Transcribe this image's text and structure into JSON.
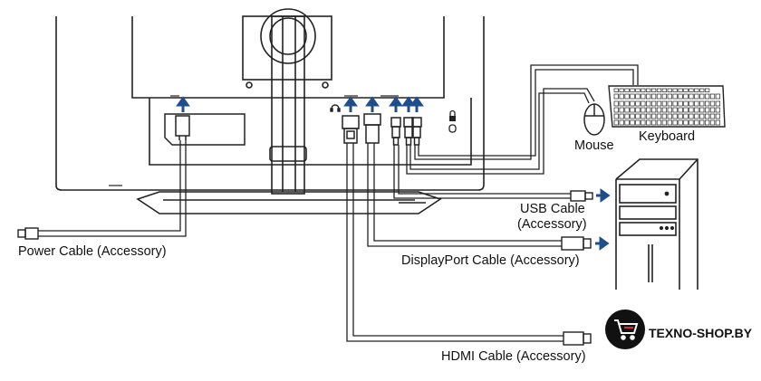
{
  "labels": {
    "mouse": "Mouse",
    "keyboard": "Keyboard",
    "usb_line1": "USB Cable",
    "usb_line2": "(Accessory)",
    "power": "Power Cable (Accessory)",
    "displayport": "DisplayPort Cable (Accessory)",
    "hdmi": "HDMI Cable (Accessory)"
  },
  "watermark": {
    "text": "TEXNO-SHOP.BY"
  },
  "colors": {
    "arrow": "#1f4e8c",
    "line": "#222222",
    "logo_bg": "#111111",
    "logo_fg": "#ffffff",
    "logo_accent": "#e0293a"
  },
  "icons": [
    "up-arrow-icon",
    "right-arrow-icon",
    "lock-icon",
    "headphone-icon",
    "cart-icon"
  ]
}
